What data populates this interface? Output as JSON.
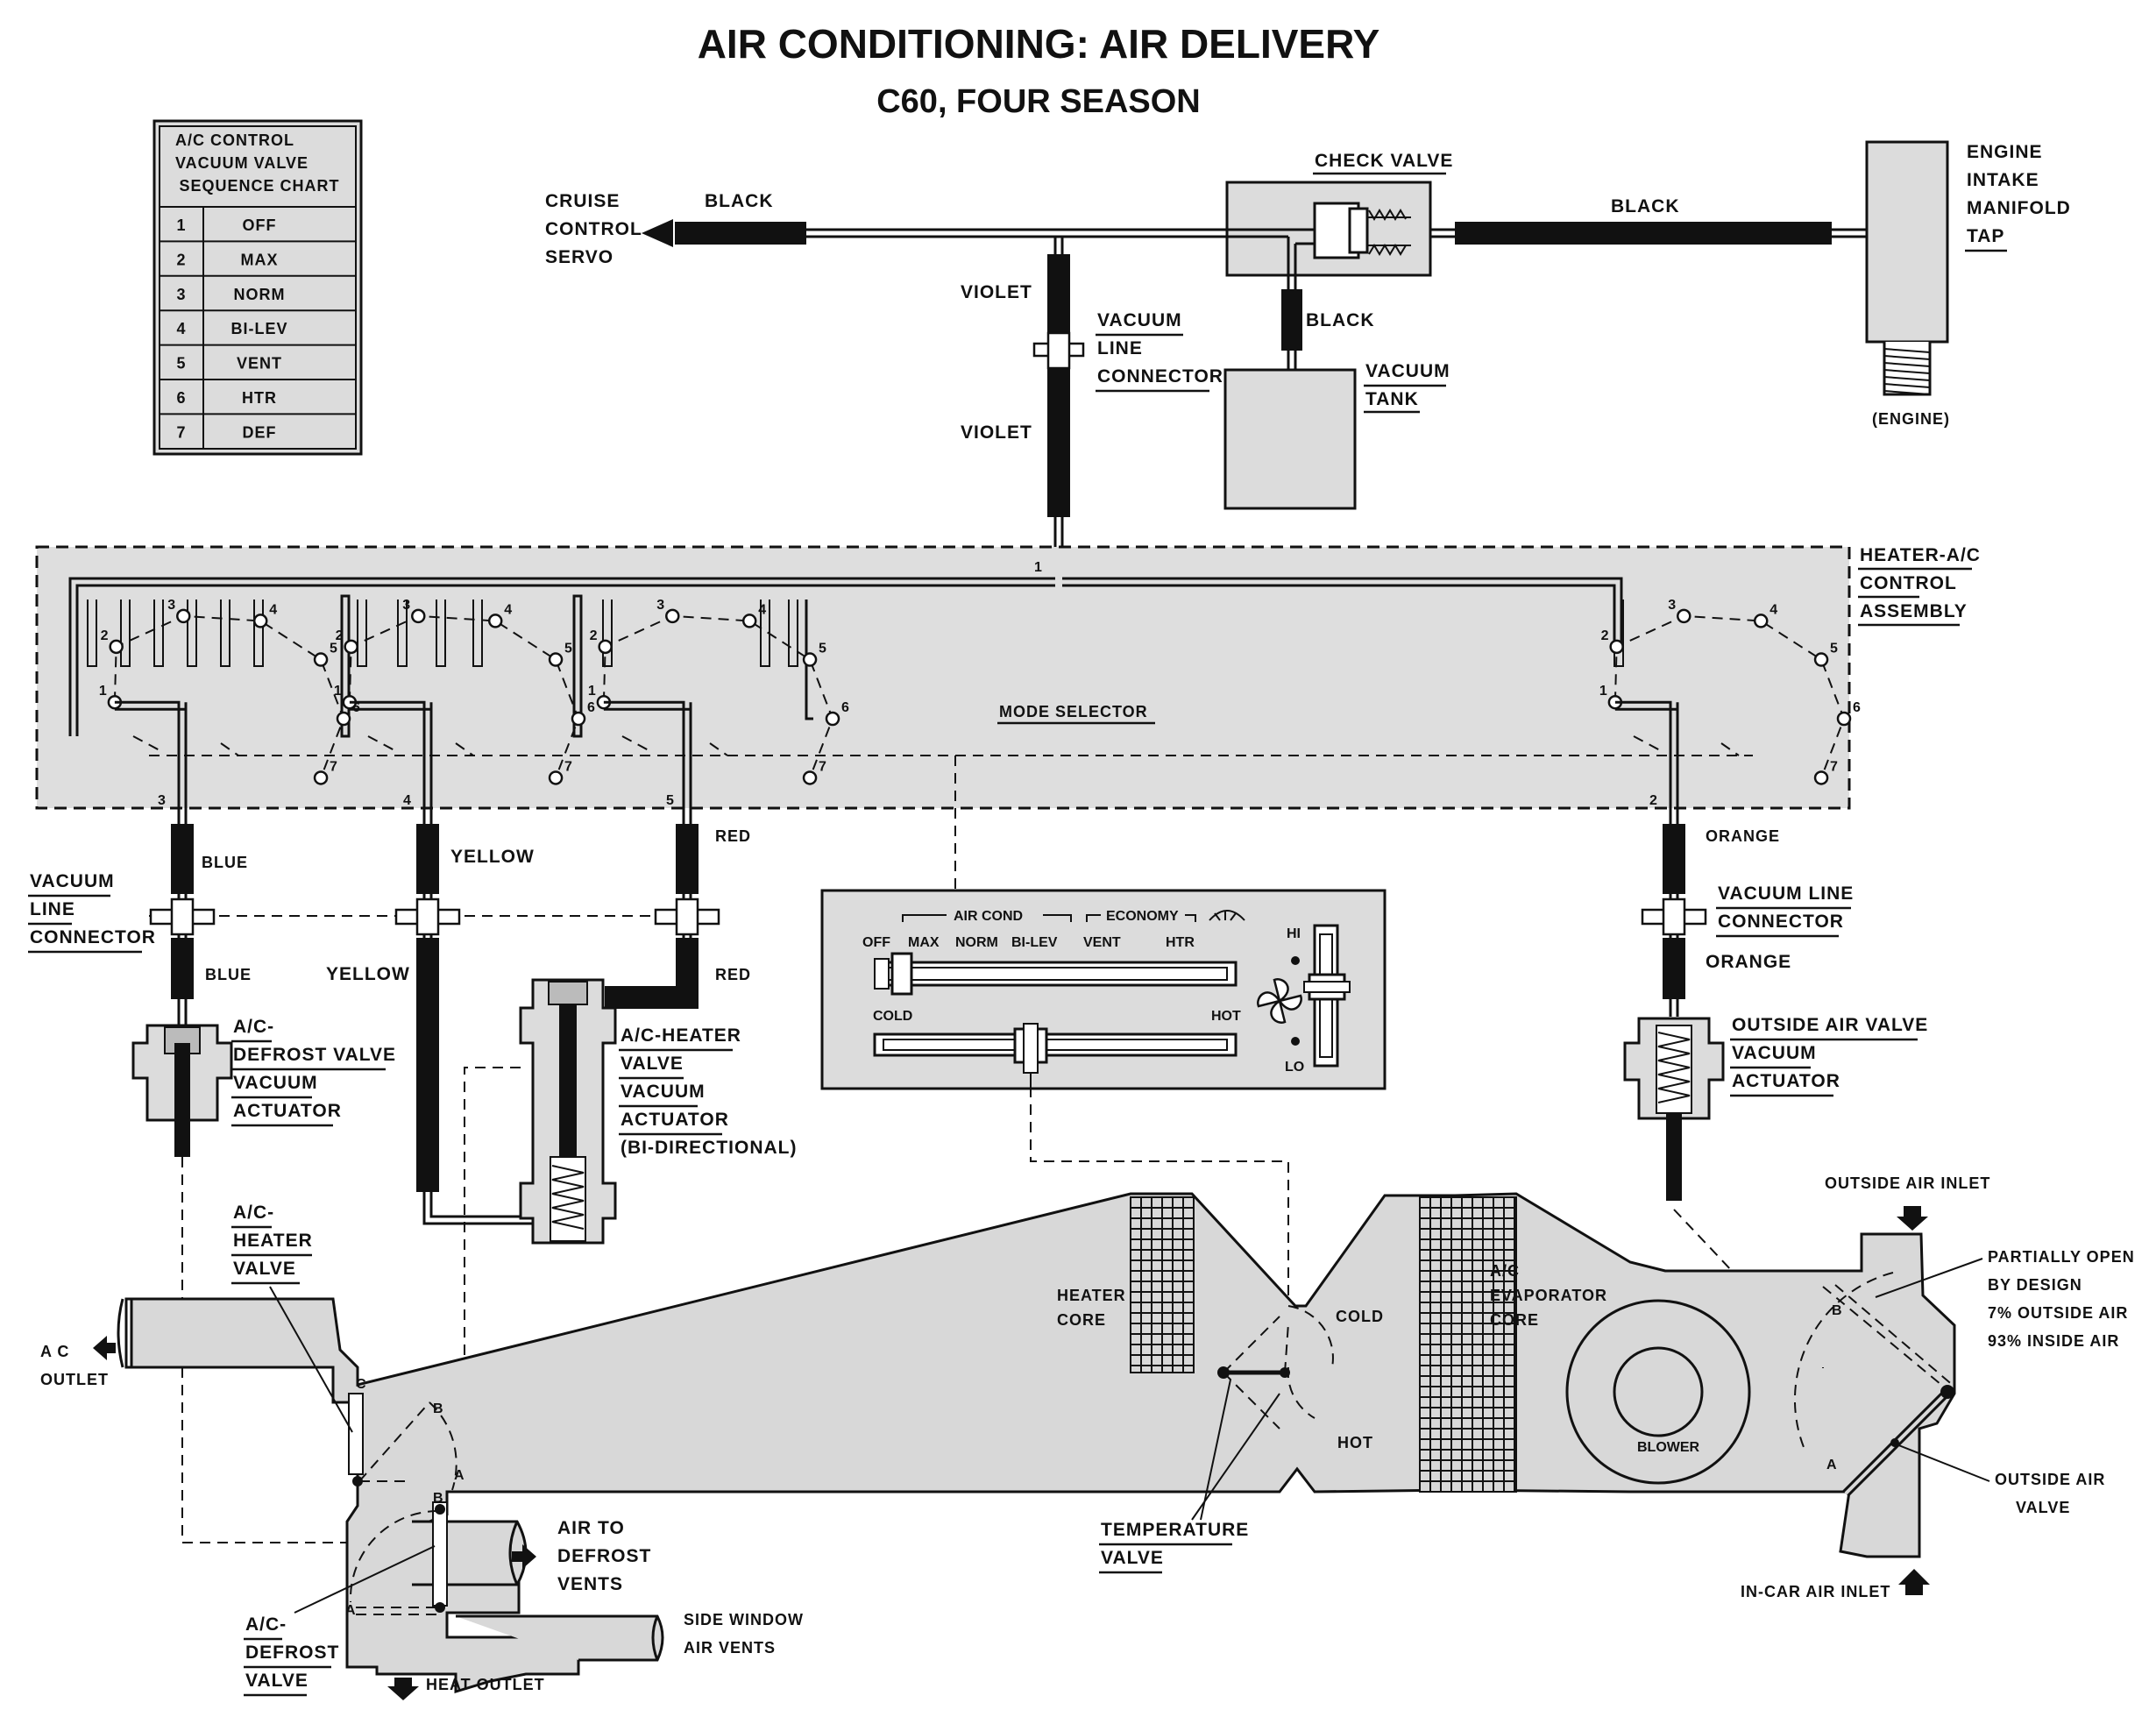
{
  "title": "AIR CONDITIONING: AIR DELIVERY",
  "subtitle": "C60, FOUR SEASON",
  "sequence_chart": {
    "heading": [
      "A/C CONTROL",
      "VACUUM VALVE",
      "SEQUENCE CHART"
    ],
    "rows": [
      {
        "n": "1",
        "mode": "OFF"
      },
      {
        "n": "2",
        "mode": "MAX"
      },
      {
        "n": "3",
        "mode": "NORM"
      },
      {
        "n": "4",
        "mode": "BI-LEV"
      },
      {
        "n": "5",
        "mode": "VENT"
      },
      {
        "n": "6",
        "mode": "HTR"
      },
      {
        "n": "7",
        "mode": "DEF"
      }
    ]
  },
  "vacuum_source": {
    "cruise": [
      "CRUISE",
      "CONTROL",
      "SERVO"
    ],
    "black": "BLACK",
    "check_valve": "CHECK VALVE",
    "engine_tap": [
      "ENGINE",
      "INTAKE",
      "MANIFOLD",
      "TAP"
    ],
    "engine": "(ENGINE)",
    "vacuum_tank": [
      "VACUUM",
      "TANK"
    ],
    "violet": "VIOLET",
    "vacuum_line_connector": [
      "VACUUM",
      "LINE",
      "CONNECTOR"
    ]
  },
  "control_assembly": {
    "label": [
      "HEATER-A/C",
      "CONTROL",
      "ASSEMBLY"
    ],
    "mode_selector": "MODE SELECTOR",
    "ports": [
      "1",
      "2",
      "3",
      "4",
      "5",
      "6",
      "7"
    ]
  },
  "hoses": {
    "blue": "BLUE",
    "yellow": "YELLOW",
    "red": "RED",
    "orange": "ORANGE",
    "num3": "3",
    "num4": "4",
    "num5": "5",
    "num2": "2",
    "vlc_left": [
      "VACUUM",
      "LINE",
      "CONNECTOR"
    ],
    "vlc_right": [
      "VACUUM LINE",
      "CONNECTOR"
    ]
  },
  "actuators": {
    "defrost": [
      "A/C-",
      "DEFROST VALVE",
      "VACUUM",
      "ACTUATOR"
    ],
    "heater": [
      "A/C-HEATER",
      "VALVE",
      "VACUUM",
      "ACTUATOR",
      "(BI-DIRECTIONAL)"
    ],
    "outside": [
      "OUTSIDE AIR VALVE",
      "VACUUM",
      "ACTUATOR"
    ]
  },
  "control_panel": {
    "air_cond": "AIR COND",
    "economy": "ECONOMY",
    "modes": [
      "OFF",
      "MAX",
      "NORM",
      "BI-LEV",
      "VENT",
      "HTR"
    ],
    "cold": "COLD",
    "hot": "HOT",
    "hi": "HI",
    "lo": "LO"
  },
  "duct": {
    "ac_outlet": [
      "A C",
      "OUTLET"
    ],
    "heater_valve": [
      "A/C-",
      "HEATER",
      "VALVE"
    ],
    "defrost_valve": [
      "A/C-",
      "DEFROST",
      "VALVE"
    ],
    "air_to_defrost": [
      "AIR TO",
      "DEFROST",
      "VENTS"
    ],
    "side_window": [
      "SIDE WINDOW",
      "AIR VENTS"
    ],
    "heat_outlet": "HEAT OUTLET",
    "heater_core": [
      "HEATER",
      "CORE"
    ],
    "cold": "COLD",
    "hot": "HOT",
    "temperature_valve": [
      "TEMPERATURE",
      "VALVE"
    ],
    "evaporator": [
      "A/C",
      "EVAPORATOR",
      "CORE"
    ],
    "blower": "BLOWER",
    "outside_air_inlet": "OUTSIDE AIR INLET",
    "partially_open": [
      "PARTIALLY OPEN",
      "BY DESIGN",
      "7% OUTSIDE AIR",
      "93% INSIDE AIR"
    ],
    "outside_air_valve": [
      "OUTSIDE AIR",
      "VALVE"
    ],
    "in_car_inlet": "IN-CAR AIR INLET",
    "pos_a": "A",
    "pos_b": "B",
    "pos_c": "C"
  }
}
